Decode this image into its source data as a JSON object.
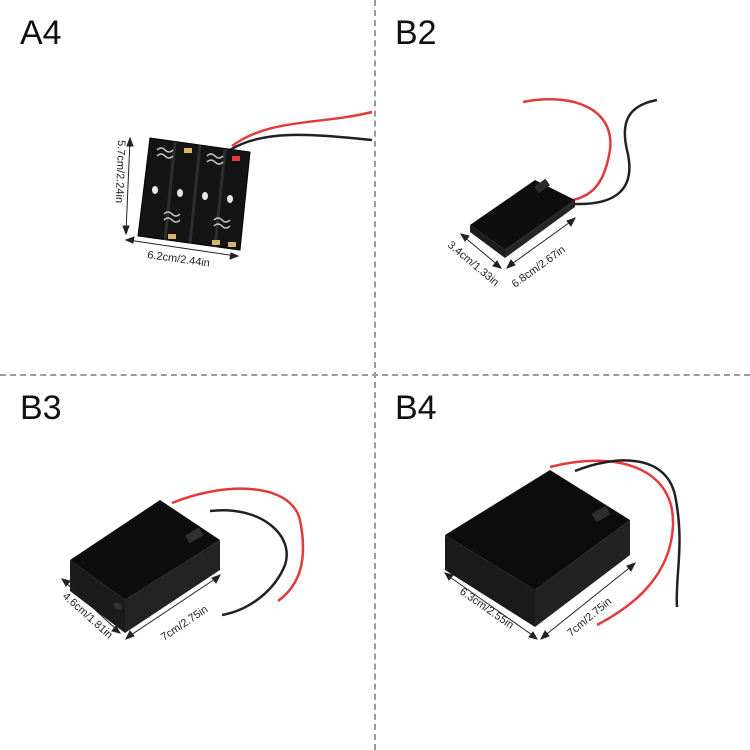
{
  "panels": [
    {
      "label": "A4",
      "dims": [
        "5.7cm/2.24in",
        "6.2cm/2.44in"
      ]
    },
    {
      "label": "B2",
      "dims": [
        "3.4cm/1.33in",
        "6.8cm/2.67in"
      ]
    },
    {
      "label": "B3",
      "dims": [
        "4.6cm/1.81in",
        "7cm/2.75in"
      ]
    },
    {
      "label": "B4",
      "dims": [
        "6.3cm/2.55in",
        "7cm/2.75in"
      ]
    }
  ],
  "colors": {
    "case": "#111111",
    "wire_red": "#e33a3a",
    "wire_black": "#222222",
    "divider": "#9a9a9a",
    "contact": "#d9b36a"
  }
}
